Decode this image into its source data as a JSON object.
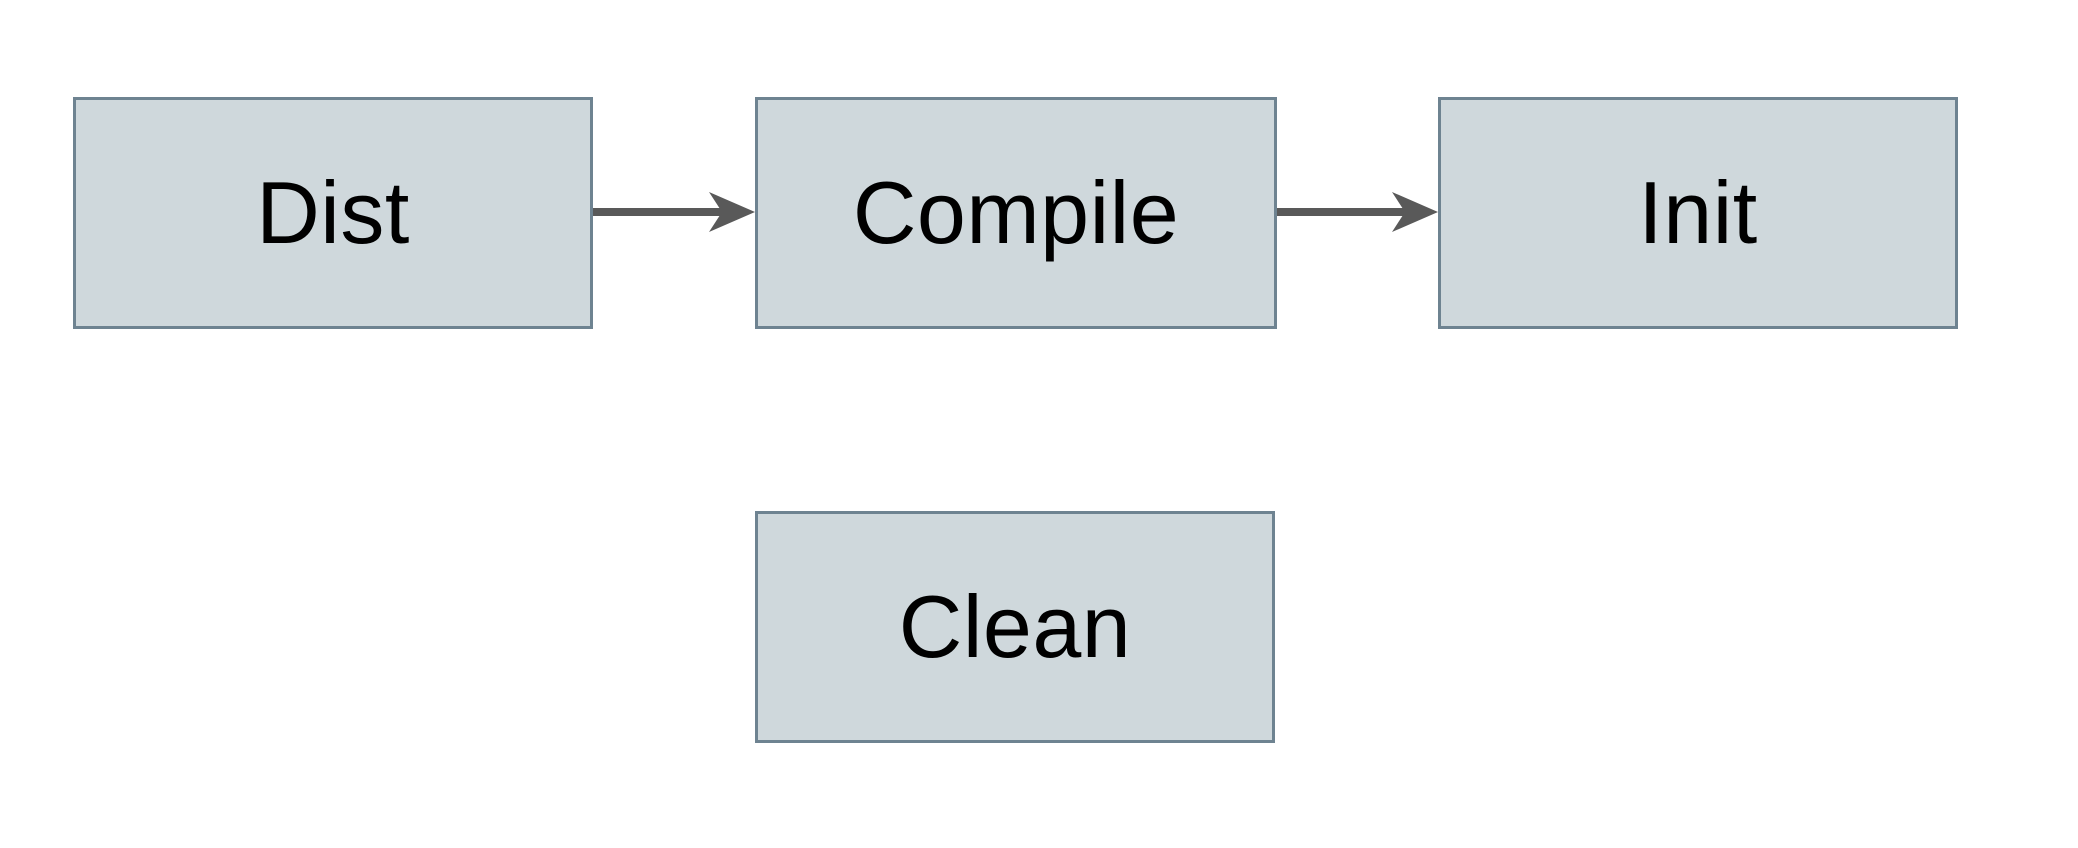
{
  "diagram": {
    "nodes": [
      {
        "id": "dist",
        "label": "Dist"
      },
      {
        "id": "compile",
        "label": "Compile"
      },
      {
        "id": "init",
        "label": "Init"
      },
      {
        "id": "clean",
        "label": "Clean"
      }
    ],
    "edges": [
      {
        "from": "dist",
        "to": "compile",
        "direction": "right"
      },
      {
        "from": "compile",
        "to": "init",
        "direction": "right"
      }
    ],
    "colors": {
      "background": "#ffffff",
      "node_fill": "#cfd8dc",
      "node_border": "#6e8391",
      "arrow": "#595959",
      "text": "#000000"
    }
  }
}
